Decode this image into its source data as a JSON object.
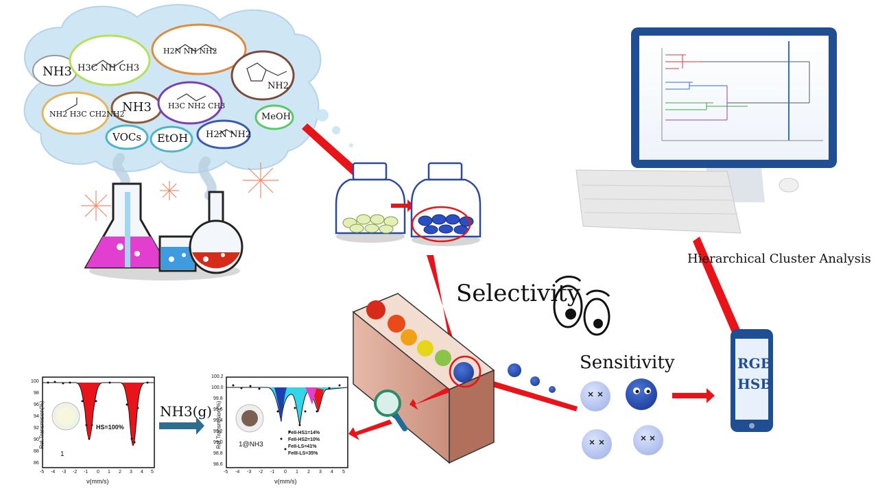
{
  "molecules": {
    "nh3_top": "NH3",
    "diethylamine": "H3C  NH  CH3",
    "triamine": "H2N  NH  NH2",
    "furfurylamine": "NH2",
    "diaminopropane": "NH2  H3C  CH2NH2",
    "nh3_mid": "NH3",
    "isobutylamine": "H3C  NH2  CH3",
    "vocs": "VOCs",
    "etoh": "EtOH",
    "ethylenediamine": "H2N  NH2",
    "meoh": "MeOH"
  },
  "labels": {
    "selectivity": "Selectivity",
    "sensitivity": "Sensitivity",
    "hca": "Hierarchical Cluster Analysis",
    "phone_line1": "RGB",
    "phone_line2": "HSB",
    "nh3_gas": "NH3(g)"
  },
  "plot_left": {
    "ylabel": "Rel.Transmision(%)",
    "xlabel": "v(mm/s)",
    "sample": "1",
    "legend": "HS=100%",
    "yticks": [
      "100",
      "98",
      "96",
      "94",
      "92",
      "90",
      "88",
      "86"
    ],
    "xticks": [
      "-5",
      "-4",
      "-3",
      "-2",
      "-1",
      "0",
      "1",
      "2",
      "3",
      "4",
      "5"
    ]
  },
  "plot_right": {
    "ylabel": "Rel.Transmision(%)",
    "xlabel": "v(mm/s)",
    "sample": "1@NH3",
    "legend": [
      "FeII-HS1=14%",
      "FeII-HS2=10%",
      "FeII-LS=41%",
      "FeIII-LS=35%"
    ],
    "yticks": [
      "100.2",
      "100.0",
      "99.8",
      "99.6",
      "99.4",
      "99.2",
      "99.0",
      "98.8",
      "98.6"
    ],
    "xticks": [
      "-5",
      "-4",
      "-3",
      "-2",
      "-1",
      "0",
      "1",
      "2",
      "3",
      "4",
      "5"
    ]
  },
  "colors": {
    "cloud": "#cfe6f5",
    "arrow": "#e8141a",
    "teal": "#2d6e8e"
  }
}
